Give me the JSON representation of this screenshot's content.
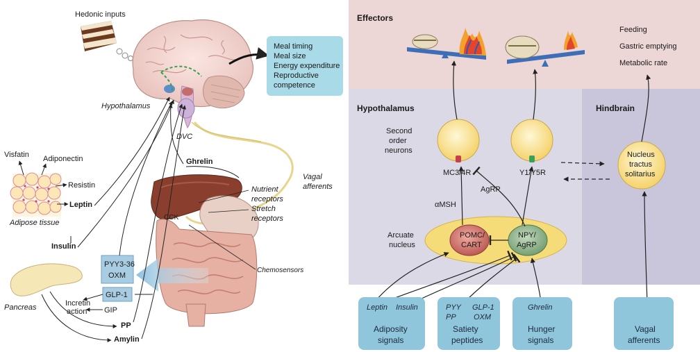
{
  "left": {
    "hedonic_inputs": "Hedonic inputs",
    "output_box": [
      "Meal timing",
      "Meal size",
      "Energy expenditure",
      "Reproductive",
      "competence"
    ],
    "hypothalamus": "Hypothalamus",
    "dvc": "DVC",
    "visfatin": "Visfatin",
    "adiponectin": "Adiponectin",
    "resistin": "Resistin",
    "leptin": "Leptin",
    "adipose_tissue": "Adipose tissue",
    "insulin": "Insulin",
    "ghrelin": "Ghrelin",
    "vagal_afferents": [
      "Vagal",
      "afferents"
    ],
    "nutrient_receptors": [
      "Nutrient",
      "receptors"
    ],
    "stretch_receptors": [
      "Stretch",
      "receptors"
    ],
    "cck": "CCK",
    "pyy_box": [
      "PYY3-36",
      "OXM"
    ],
    "glp1_box": "GLP-1",
    "gip": "GIP",
    "incretin_action": [
      "Incretin",
      "action"
    ],
    "pancreas": "Pancreas",
    "pp": "PP",
    "amylin": "Amylin",
    "chemosensors": "Chemosensors"
  },
  "right": {
    "effectors_title": "Effectors",
    "effector_outputs": [
      "Feeding",
      "Gastric emptying",
      "Metabolic rate"
    ],
    "hypothalamus_title": "Hypothalamus",
    "hindbrain_title": "Hindbrain",
    "second_order_neurons": [
      "Second",
      "order",
      "neurons"
    ],
    "mc34r": "MC3/4R",
    "y1y5r": "Y1/Y5R",
    "agrp_label": "AgRP",
    "amsh_label": "αMSH",
    "arcuate_nucleus": [
      "Arcuate",
      "nucleus"
    ],
    "pomc_cart": [
      "POMC/",
      "CART"
    ],
    "npy_agrp": [
      "NPY/",
      "AgRP"
    ],
    "nts": [
      "Nucleus",
      "tractus",
      "solitarius"
    ],
    "signal_boxes": [
      {
        "items": [
          "Leptin",
          "Insulin"
        ],
        "title": [
          "Adiposity",
          "signals"
        ]
      },
      {
        "items": [
          "PYY",
          "GLP-1",
          "PP",
          "OXM"
        ],
        "title": [
          "Satiety",
          "peptides"
        ]
      },
      {
        "items": [
          "Ghrelin"
        ],
        "title": [
          "Hunger",
          "signals"
        ]
      },
      {
        "items": [],
        "title": [
          "Vagal",
          "afferents"
        ]
      }
    ]
  },
  "colors": {
    "effectors_bg": "#ecd6d6",
    "hypothalamus_bg": "#dcd9e6",
    "hindbrain_bg": "#c9c6dc",
    "neuron_fill": "#fbe49a",
    "arcuate_fill": "#f6dc78",
    "pomc_fill": "#d27a74",
    "npy_fill": "#8fb18d",
    "signal_box": "#8fc6dc",
    "output_box": "#a8dbe7"
  }
}
